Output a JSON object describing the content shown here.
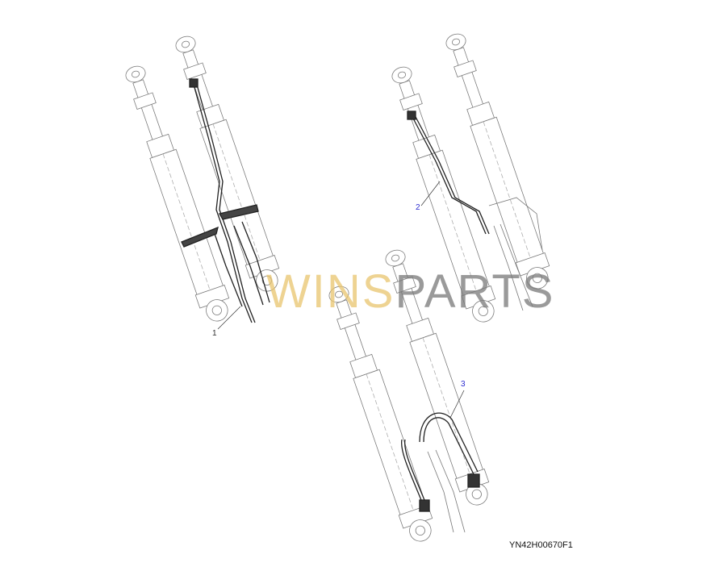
{
  "diagram": {
    "callouts": [
      {
        "label": "1"
      },
      {
        "label": "2"
      },
      {
        "label": "3"
      }
    ],
    "drawing_code": "YN42H00670F1",
    "watermark": {
      "part1": "WINS",
      "part2": "PARTS"
    },
    "colors": {
      "line": "#333333",
      "callout_blue": "#2a2ad0",
      "watermark_gold": "#e8c46e",
      "watermark_gray": "#787878"
    }
  }
}
